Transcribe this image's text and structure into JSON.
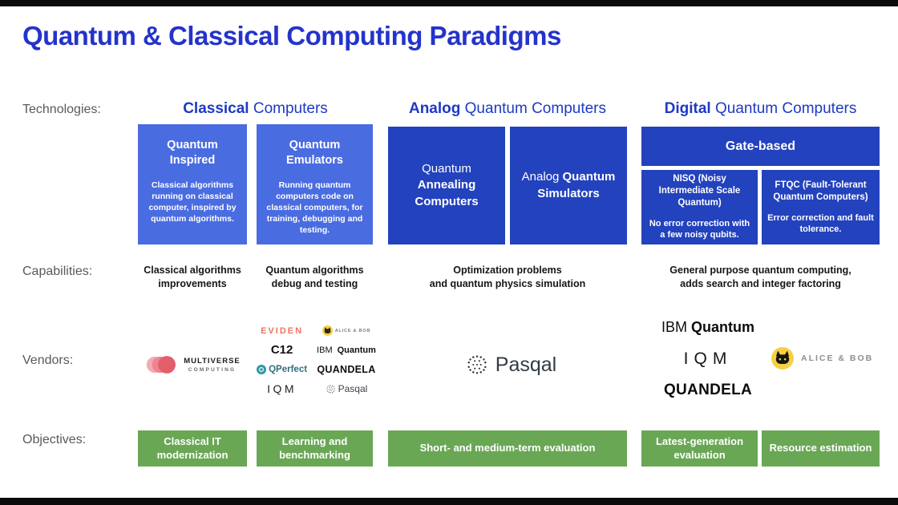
{
  "title": "Quantum & Classical Computing Paradigms",
  "row_labels": {
    "technologies": "Technologies:",
    "capabilities": "Capabilities:",
    "vendors": "Vendors:",
    "objectives": "Objectives:"
  },
  "classical": {
    "header_bold": "Classical",
    "header_normal": " Computers",
    "box_inspired": {
      "title": "Quantum\nInspired",
      "body": "Classical algorithms\nrunning on classical\ncomputer, inspired by\nquantum algorithms."
    },
    "box_emulators": {
      "title": "Quantum\nEmulators",
      "body": "Running quantum\ncomputers code on\nclassical computers, for\ntraining, debugging and\ntesting."
    },
    "capability_inspired": "Classical algorithms\nimprovements",
    "capability_emulators": "Quantum algorithms\ndebug and testing",
    "objective_inspired": "Classical IT\nmodernization",
    "objective_emulators": "Learning and\nbenchmarking"
  },
  "analog": {
    "header_bold": "Analog",
    "header_normal": " Quantum Computers",
    "box_annealing": {
      "title_normal": "Quantum",
      "title_bold": "Annealing\nComputers"
    },
    "box_simulators": {
      "title_normal": "Analog ",
      "title_bold": "Quantum Simulators"
    },
    "capability": "Optimization problems\nand quantum physics simulation",
    "objective": "Short- and medium-term evaluation"
  },
  "digital": {
    "header_bold": "Digital",
    "header_normal": " Quantum Computers",
    "box_gate": {
      "title": "Gate-based"
    },
    "box_nisq": {
      "abbr": "NISQ",
      "name": " (Noisy Intermediate Scale Quantum)",
      "body": "No error correction with\na few noisy qubits."
    },
    "box_ftqc": {
      "abbr": "FTQC",
      "name": " (Fault-Tolerant Quantum Computers)",
      "body": "Error correction and fault\ntolerance."
    },
    "capability": "General purpose quantum computing,\nadds search and integer factoring",
    "objective_nisq": "Latest-generation\nevaluation",
    "objective_ftqc": "Resource estimation"
  },
  "vendors": {
    "multiverse": {
      "line1": "MULTIVERSE",
      "line2": "COMPUTING"
    },
    "eviden": "EVIDEN",
    "alice_bob_small": "ALICE & BOB",
    "c12": "C12",
    "ibm_small": {
      "prefix": "IBM",
      "suffix": "Quantum"
    },
    "qperfect": "QPerfect",
    "quandela_small": "QUANDELA",
    "iqm_small": "IQM",
    "pasqal_small": "Pasqal",
    "pasqal_large": "Pasqal",
    "ibm_large": {
      "prefix": "IBM",
      "suffix": "Quantum"
    },
    "iqm_large": "IQM",
    "alice_bob_large": "ALICE & BOB",
    "quandela_large": "QUANDELA"
  },
  "colors": {
    "title_blue": "#2433cb",
    "header_blue": "#1e3ac4",
    "box_light_blue": "#4a6ce1",
    "box_dark_blue": "#2342bd",
    "objective_green": "#6aa755",
    "eviden_coral": "#ec7460",
    "alice_bob_yellow": "#f5d042",
    "multiverse_red": "#e35f6d",
    "qperfect_teal": "#2b96a5"
  }
}
